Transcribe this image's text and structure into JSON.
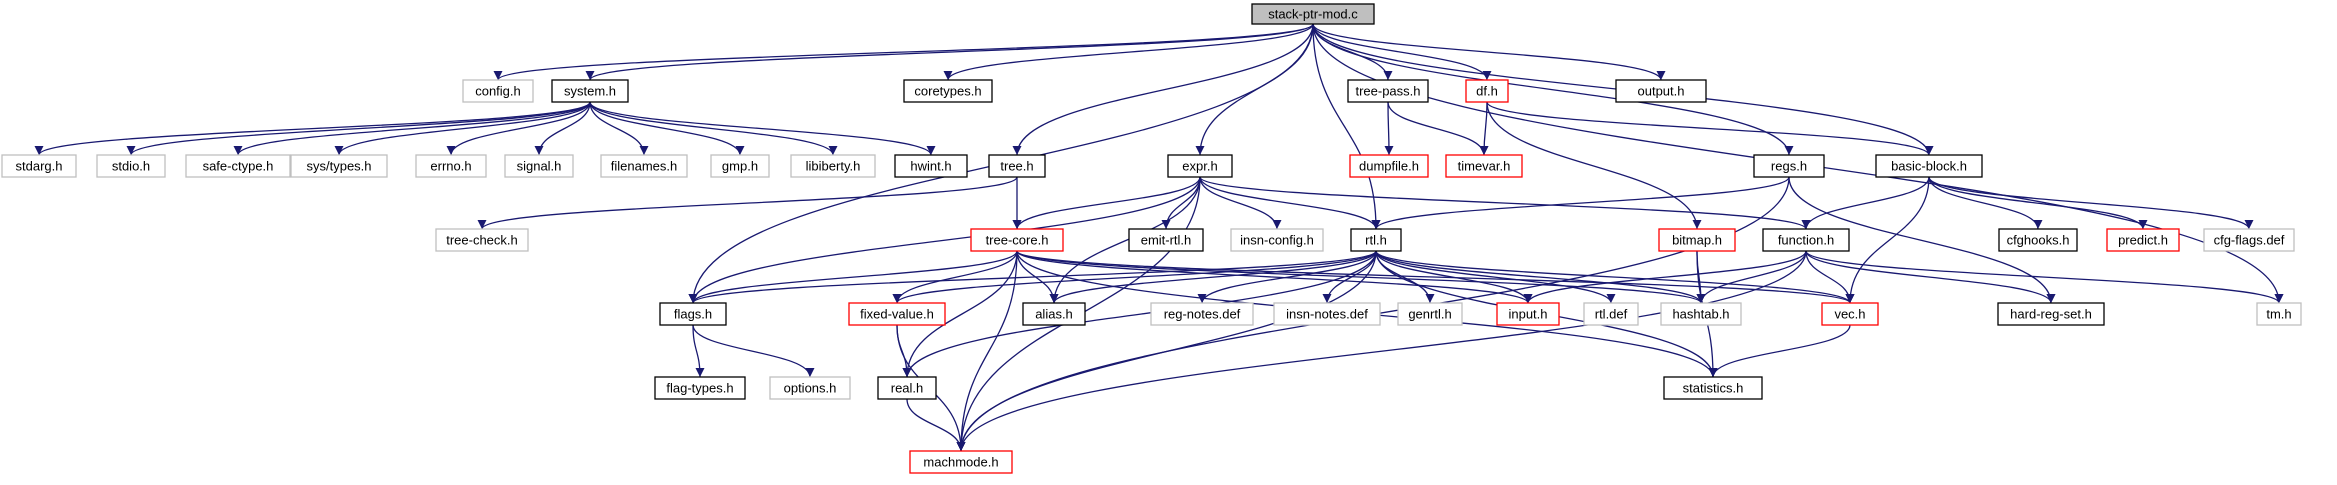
{
  "graph": {
    "colors": {
      "edge": "#191970",
      "border_included": "#000000",
      "border_truncated": "#ff0000",
      "border_external": "#bfbfbf",
      "root_fill": "#bfbfbf",
      "fill": "#ffffff"
    },
    "nodes": [
      {
        "id": "root",
        "label": "stack-ptr-mod.c",
        "kind": "root"
      },
      {
        "id": "config",
        "label": "config.h",
        "kind": "external"
      },
      {
        "id": "system",
        "label": "system.h",
        "kind": "included"
      },
      {
        "id": "coretypes",
        "label": "coretypes.h",
        "kind": "included"
      },
      {
        "id": "treepass",
        "label": "tree-pass.h",
        "kind": "included"
      },
      {
        "id": "df",
        "label": "df.h",
        "kind": "truncated"
      },
      {
        "id": "output",
        "label": "output.h",
        "kind": "included"
      },
      {
        "id": "stdarg",
        "label": "stdarg.h",
        "kind": "external"
      },
      {
        "id": "stdio",
        "label": "stdio.h",
        "kind": "external"
      },
      {
        "id": "safectype",
        "label": "safe-ctype.h",
        "kind": "external"
      },
      {
        "id": "systypes",
        "label": "sys/types.h",
        "kind": "external"
      },
      {
        "id": "errno",
        "label": "errno.h",
        "kind": "external"
      },
      {
        "id": "signal",
        "label": "signal.h",
        "kind": "external"
      },
      {
        "id": "filenames",
        "label": "filenames.h",
        "kind": "external"
      },
      {
        "id": "gmp",
        "label": "gmp.h",
        "kind": "external"
      },
      {
        "id": "libiberty",
        "label": "libiberty.h",
        "kind": "external"
      },
      {
        "id": "hwint",
        "label": "hwint.h",
        "kind": "included"
      },
      {
        "id": "dumpfile",
        "label": "dumpfile.h",
        "kind": "truncated"
      },
      {
        "id": "timevar",
        "label": "timevar.h",
        "kind": "truncated"
      },
      {
        "id": "regs",
        "label": "regs.h",
        "kind": "included"
      },
      {
        "id": "basicblock",
        "label": "basic-block.h",
        "kind": "included"
      },
      {
        "id": "tree",
        "label": "tree.h",
        "kind": "included"
      },
      {
        "id": "expr",
        "label": "expr.h",
        "kind": "included"
      },
      {
        "id": "treecheck",
        "label": "tree-check.h",
        "kind": "external"
      },
      {
        "id": "treecore",
        "label": "tree-core.h",
        "kind": "truncated"
      },
      {
        "id": "emitrtl",
        "label": "emit-rtl.h",
        "kind": "included"
      },
      {
        "id": "insnconfig",
        "label": "insn-config.h",
        "kind": "external"
      },
      {
        "id": "rtl",
        "label": "rtl.h",
        "kind": "included"
      },
      {
        "id": "bitmap",
        "label": "bitmap.h",
        "kind": "truncated"
      },
      {
        "id": "function",
        "label": "function.h",
        "kind": "included"
      },
      {
        "id": "cfghooks",
        "label": "cfghooks.h",
        "kind": "included"
      },
      {
        "id": "predict",
        "label": "predict.h",
        "kind": "truncated"
      },
      {
        "id": "cfgflags",
        "label": "cfg-flags.def",
        "kind": "external"
      },
      {
        "id": "flags",
        "label": "flags.h",
        "kind": "included"
      },
      {
        "id": "fixedvalue",
        "label": "fixed-value.h",
        "kind": "truncated"
      },
      {
        "id": "alias",
        "label": "alias.h",
        "kind": "included"
      },
      {
        "id": "regnotes",
        "label": "reg-notes.def",
        "kind": "external"
      },
      {
        "id": "insnnotes",
        "label": "insn-notes.def",
        "kind": "external"
      },
      {
        "id": "genrtl",
        "label": "genrtl.h",
        "kind": "external"
      },
      {
        "id": "input",
        "label": "input.h",
        "kind": "truncated"
      },
      {
        "id": "rtldef",
        "label": "rtl.def",
        "kind": "external"
      },
      {
        "id": "hashtab",
        "label": "hashtab.h",
        "kind": "external"
      },
      {
        "id": "vec",
        "label": "vec.h",
        "kind": "truncated"
      },
      {
        "id": "hardregset",
        "label": "hard-reg-set.h",
        "kind": "included"
      },
      {
        "id": "tm",
        "label": "tm.h",
        "kind": "external"
      },
      {
        "id": "flagtypes",
        "label": "flag-types.h",
        "kind": "included"
      },
      {
        "id": "options",
        "label": "options.h",
        "kind": "external"
      },
      {
        "id": "real",
        "label": "real.h",
        "kind": "included"
      },
      {
        "id": "statistics",
        "label": "statistics.h",
        "kind": "included"
      },
      {
        "id": "machmode",
        "label": "machmode.h",
        "kind": "truncated"
      }
    ],
    "edges": [
      [
        "root",
        "config"
      ],
      [
        "root",
        "system"
      ],
      [
        "root",
        "coretypes"
      ],
      [
        "root",
        "treepass"
      ],
      [
        "root",
        "df"
      ],
      [
        "root",
        "output"
      ],
      [
        "root",
        "regs"
      ],
      [
        "root",
        "basicblock"
      ],
      [
        "root",
        "tree"
      ],
      [
        "root",
        "expr"
      ],
      [
        "root",
        "rtl"
      ],
      [
        "root",
        "flags"
      ],
      [
        "root",
        "tm"
      ],
      [
        "system",
        "stdarg"
      ],
      [
        "system",
        "stdio"
      ],
      [
        "system",
        "safectype"
      ],
      [
        "system",
        "systypes"
      ],
      [
        "system",
        "errno"
      ],
      [
        "system",
        "signal"
      ],
      [
        "system",
        "filenames"
      ],
      [
        "system",
        "gmp"
      ],
      [
        "system",
        "libiberty"
      ],
      [
        "system",
        "hwint"
      ],
      [
        "treepass",
        "dumpfile"
      ],
      [
        "treepass",
        "timevar"
      ],
      [
        "df",
        "timevar"
      ],
      [
        "df",
        "bitmap"
      ],
      [
        "df",
        "basicblock"
      ],
      [
        "regs",
        "rtl"
      ],
      [
        "regs",
        "hardregset"
      ],
      [
        "regs",
        "machmode"
      ],
      [
        "basicblock",
        "function"
      ],
      [
        "basicblock",
        "cfghooks"
      ],
      [
        "basicblock",
        "predict"
      ],
      [
        "basicblock",
        "cfgflags"
      ],
      [
        "basicblock",
        "vec"
      ],
      [
        "tree",
        "treecheck"
      ],
      [
        "tree",
        "treecore"
      ],
      [
        "expr",
        "emitrtl"
      ],
      [
        "expr",
        "insnconfig"
      ],
      [
        "expr",
        "rtl"
      ],
      [
        "expr",
        "function"
      ],
      [
        "expr",
        "treecore"
      ],
      [
        "expr",
        "alias"
      ],
      [
        "expr",
        "flags"
      ],
      [
        "expr",
        "machmode"
      ],
      [
        "treecore",
        "flags"
      ],
      [
        "treecore",
        "fixedvalue"
      ],
      [
        "treecore",
        "alias"
      ],
      [
        "treecore",
        "real"
      ],
      [
        "treecore",
        "statistics"
      ],
      [
        "treecore",
        "hashtab"
      ],
      [
        "treecore",
        "vec"
      ],
      [
        "treecore",
        "input"
      ],
      [
        "treecore",
        "machmode"
      ],
      [
        "rtl",
        "flags"
      ],
      [
        "rtl",
        "fixedvalue"
      ],
      [
        "rtl",
        "alias"
      ],
      [
        "rtl",
        "regnotes"
      ],
      [
        "rtl",
        "insnnotes"
      ],
      [
        "rtl",
        "genrtl"
      ],
      [
        "rtl",
        "input"
      ],
      [
        "rtl",
        "rtldef"
      ],
      [
        "rtl",
        "hashtab"
      ],
      [
        "rtl",
        "vec"
      ],
      [
        "rtl",
        "statistics"
      ],
      [
        "rtl",
        "real"
      ],
      [
        "rtl",
        "machmode"
      ],
      [
        "bitmap",
        "hashtab"
      ],
      [
        "bitmap",
        "statistics"
      ],
      [
        "function",
        "input"
      ],
      [
        "function",
        "hashtab"
      ],
      [
        "function",
        "vec"
      ],
      [
        "function",
        "hardregset"
      ],
      [
        "function",
        "tm"
      ],
      [
        "function",
        "machmode"
      ],
      [
        "flags",
        "flagtypes"
      ],
      [
        "flags",
        "options"
      ],
      [
        "fixedvalue",
        "real"
      ],
      [
        "fixedvalue",
        "machmode"
      ],
      [
        "real",
        "machmode"
      ],
      [
        "vec",
        "statistics"
      ]
    ]
  }
}
